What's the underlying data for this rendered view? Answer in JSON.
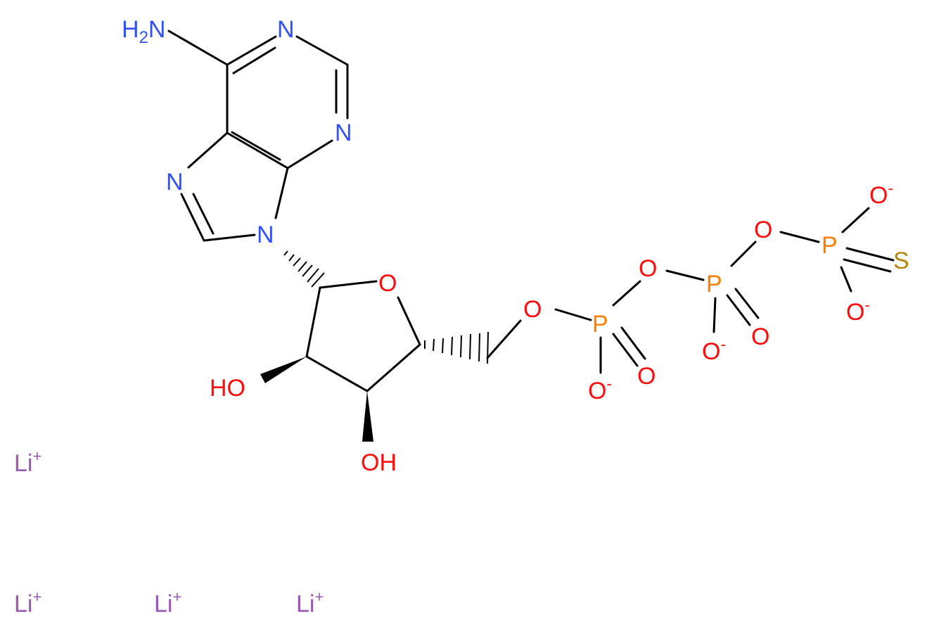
{
  "molecule": {
    "atoms": {
      "amine": "H2N",
      "N1": "N",
      "N3": "N",
      "N7": "N",
      "N9": "N",
      "ring_O": "O",
      "OH_2": "HO",
      "OH_3": "OH",
      "O5": "O",
      "P_alpha": "P",
      "P_alpha_O_double": "O",
      "P_alpha_O_minus": "O",
      "O_bridge_1": "O",
      "P_beta": "P",
      "P_beta_O_double": "O",
      "P_beta_O_minus": "O",
      "O_bridge_2": "O",
      "P_gamma": "P",
      "P_gamma_S": "S",
      "P_gamma_O_minus_top": "O",
      "P_gamma_O_minus_bottom": "O"
    },
    "charges": {
      "minus": "-",
      "plus": "+"
    }
  },
  "counter_ions": [
    {
      "label": "Li",
      "charge": "+"
    },
    {
      "label": "Li",
      "charge": "+"
    },
    {
      "label": "Li",
      "charge": "+"
    },
    {
      "label": "Li",
      "charge": "+"
    }
  ],
  "colors": {
    "bond": "#000000",
    "nitrogen": "#3050F8",
    "oxygen": "#FF0D0D",
    "phosphorus": "#FF8000",
    "sulfur": "#B8860B",
    "lithium": "#9B59B6"
  }
}
